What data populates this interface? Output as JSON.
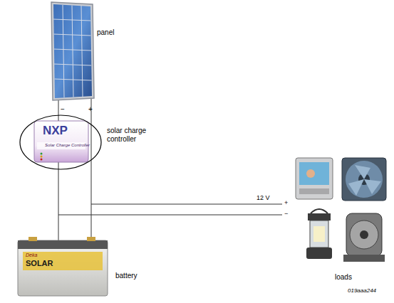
{
  "diagram": {
    "labels": [
      "panel",
      "solar charge controller",
      "NXP",
      "Solar Charge Controller",
      "−",
      "+",
      "12 V",
      "+",
      "−",
      "Deka",
      "SOLAR",
      "battery",
      "loads",
      "019aaa244"
    ]
  }
}
